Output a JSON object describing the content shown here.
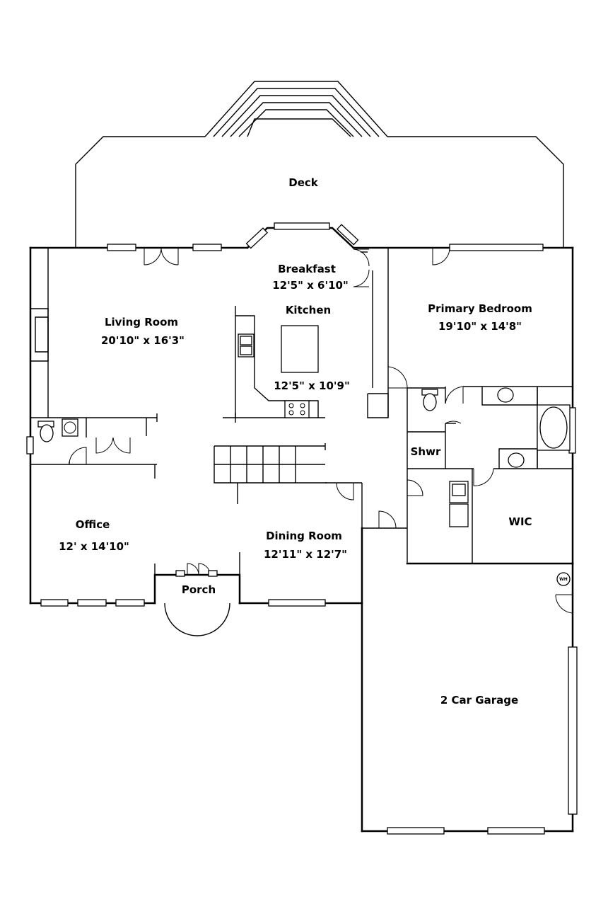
{
  "rooms": [
    {
      "id": "deck",
      "name": "Deck",
      "size": ""
    },
    {
      "id": "breakfast",
      "name": "Breakfast",
      "size": "12'5\" x 6'10\""
    },
    {
      "id": "kitchen",
      "name": "Kitchen",
      "size": "12'5\" x 10'9\""
    },
    {
      "id": "living",
      "name": "Living Room",
      "size": "20'10\" x 16'3\""
    },
    {
      "id": "primary",
      "name": "Primary Bedroom",
      "size": "19'10\" x 14'8\""
    },
    {
      "id": "shower",
      "name": "Shwr",
      "size": ""
    },
    {
      "id": "wic",
      "name": "WIC",
      "size": ""
    },
    {
      "id": "office",
      "name": "Office",
      "size": "12' x 14'10\""
    },
    {
      "id": "dining",
      "name": "Dining Room",
      "size": "12'11\" x 12'7\""
    },
    {
      "id": "porch",
      "name": "Porch",
      "size": ""
    },
    {
      "id": "garage",
      "name": "2 Car Garage",
      "size": ""
    }
  ],
  "fixtures": {
    "water_heater_label": "WH"
  }
}
